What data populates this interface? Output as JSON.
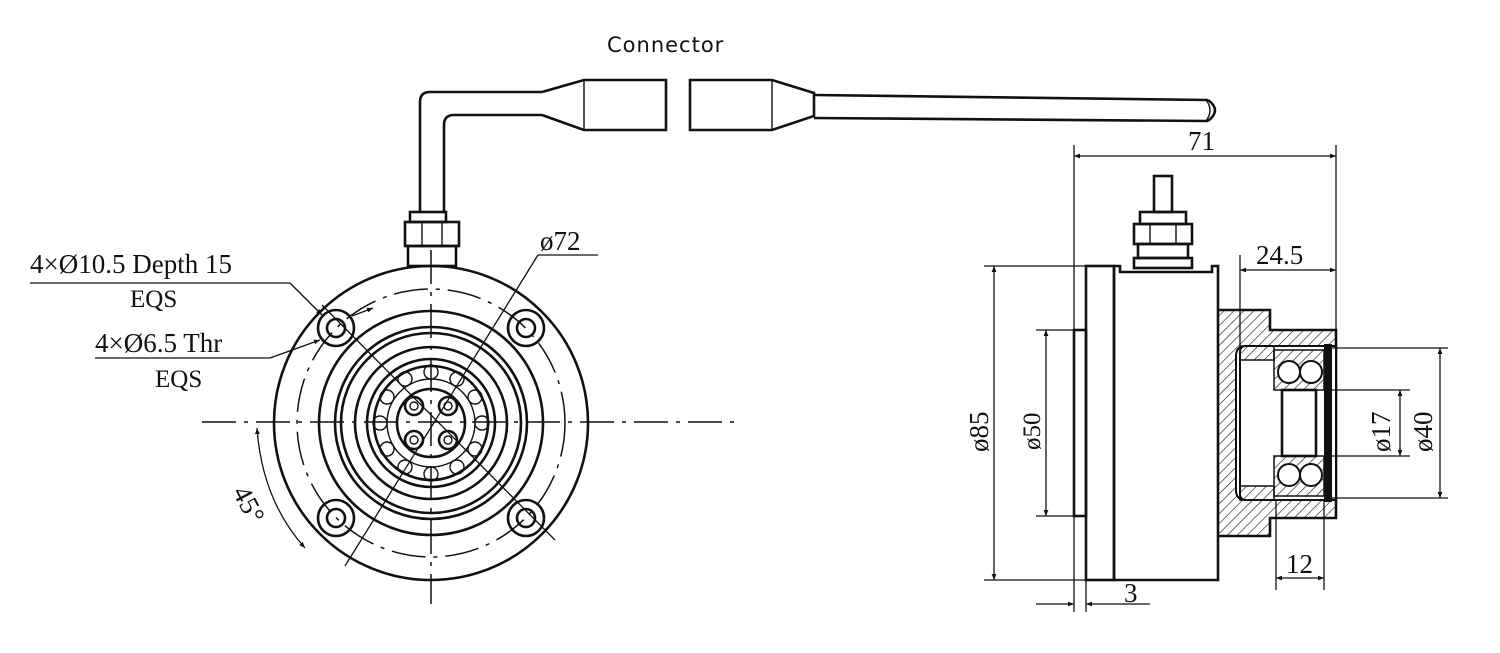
{
  "labels": {
    "connector": "Connector",
    "hole_large": "4×Ø10.5 Depth 15",
    "hole_large_eqs": "EQS",
    "hole_small": "4×Ø6.5 Thr",
    "hole_small_eqs": "EQS",
    "bolt_circle": "ø72",
    "angle": "45°"
  },
  "dimensions": {
    "total_length": "71",
    "bearing_length": "24.5",
    "outer_diameter": "ø85",
    "pilot_diameter": "ø50",
    "shaft_diameter": "ø17",
    "bearing_diameter": "ø40",
    "flange_thickness": "3",
    "bearing_width": "12"
  }
}
